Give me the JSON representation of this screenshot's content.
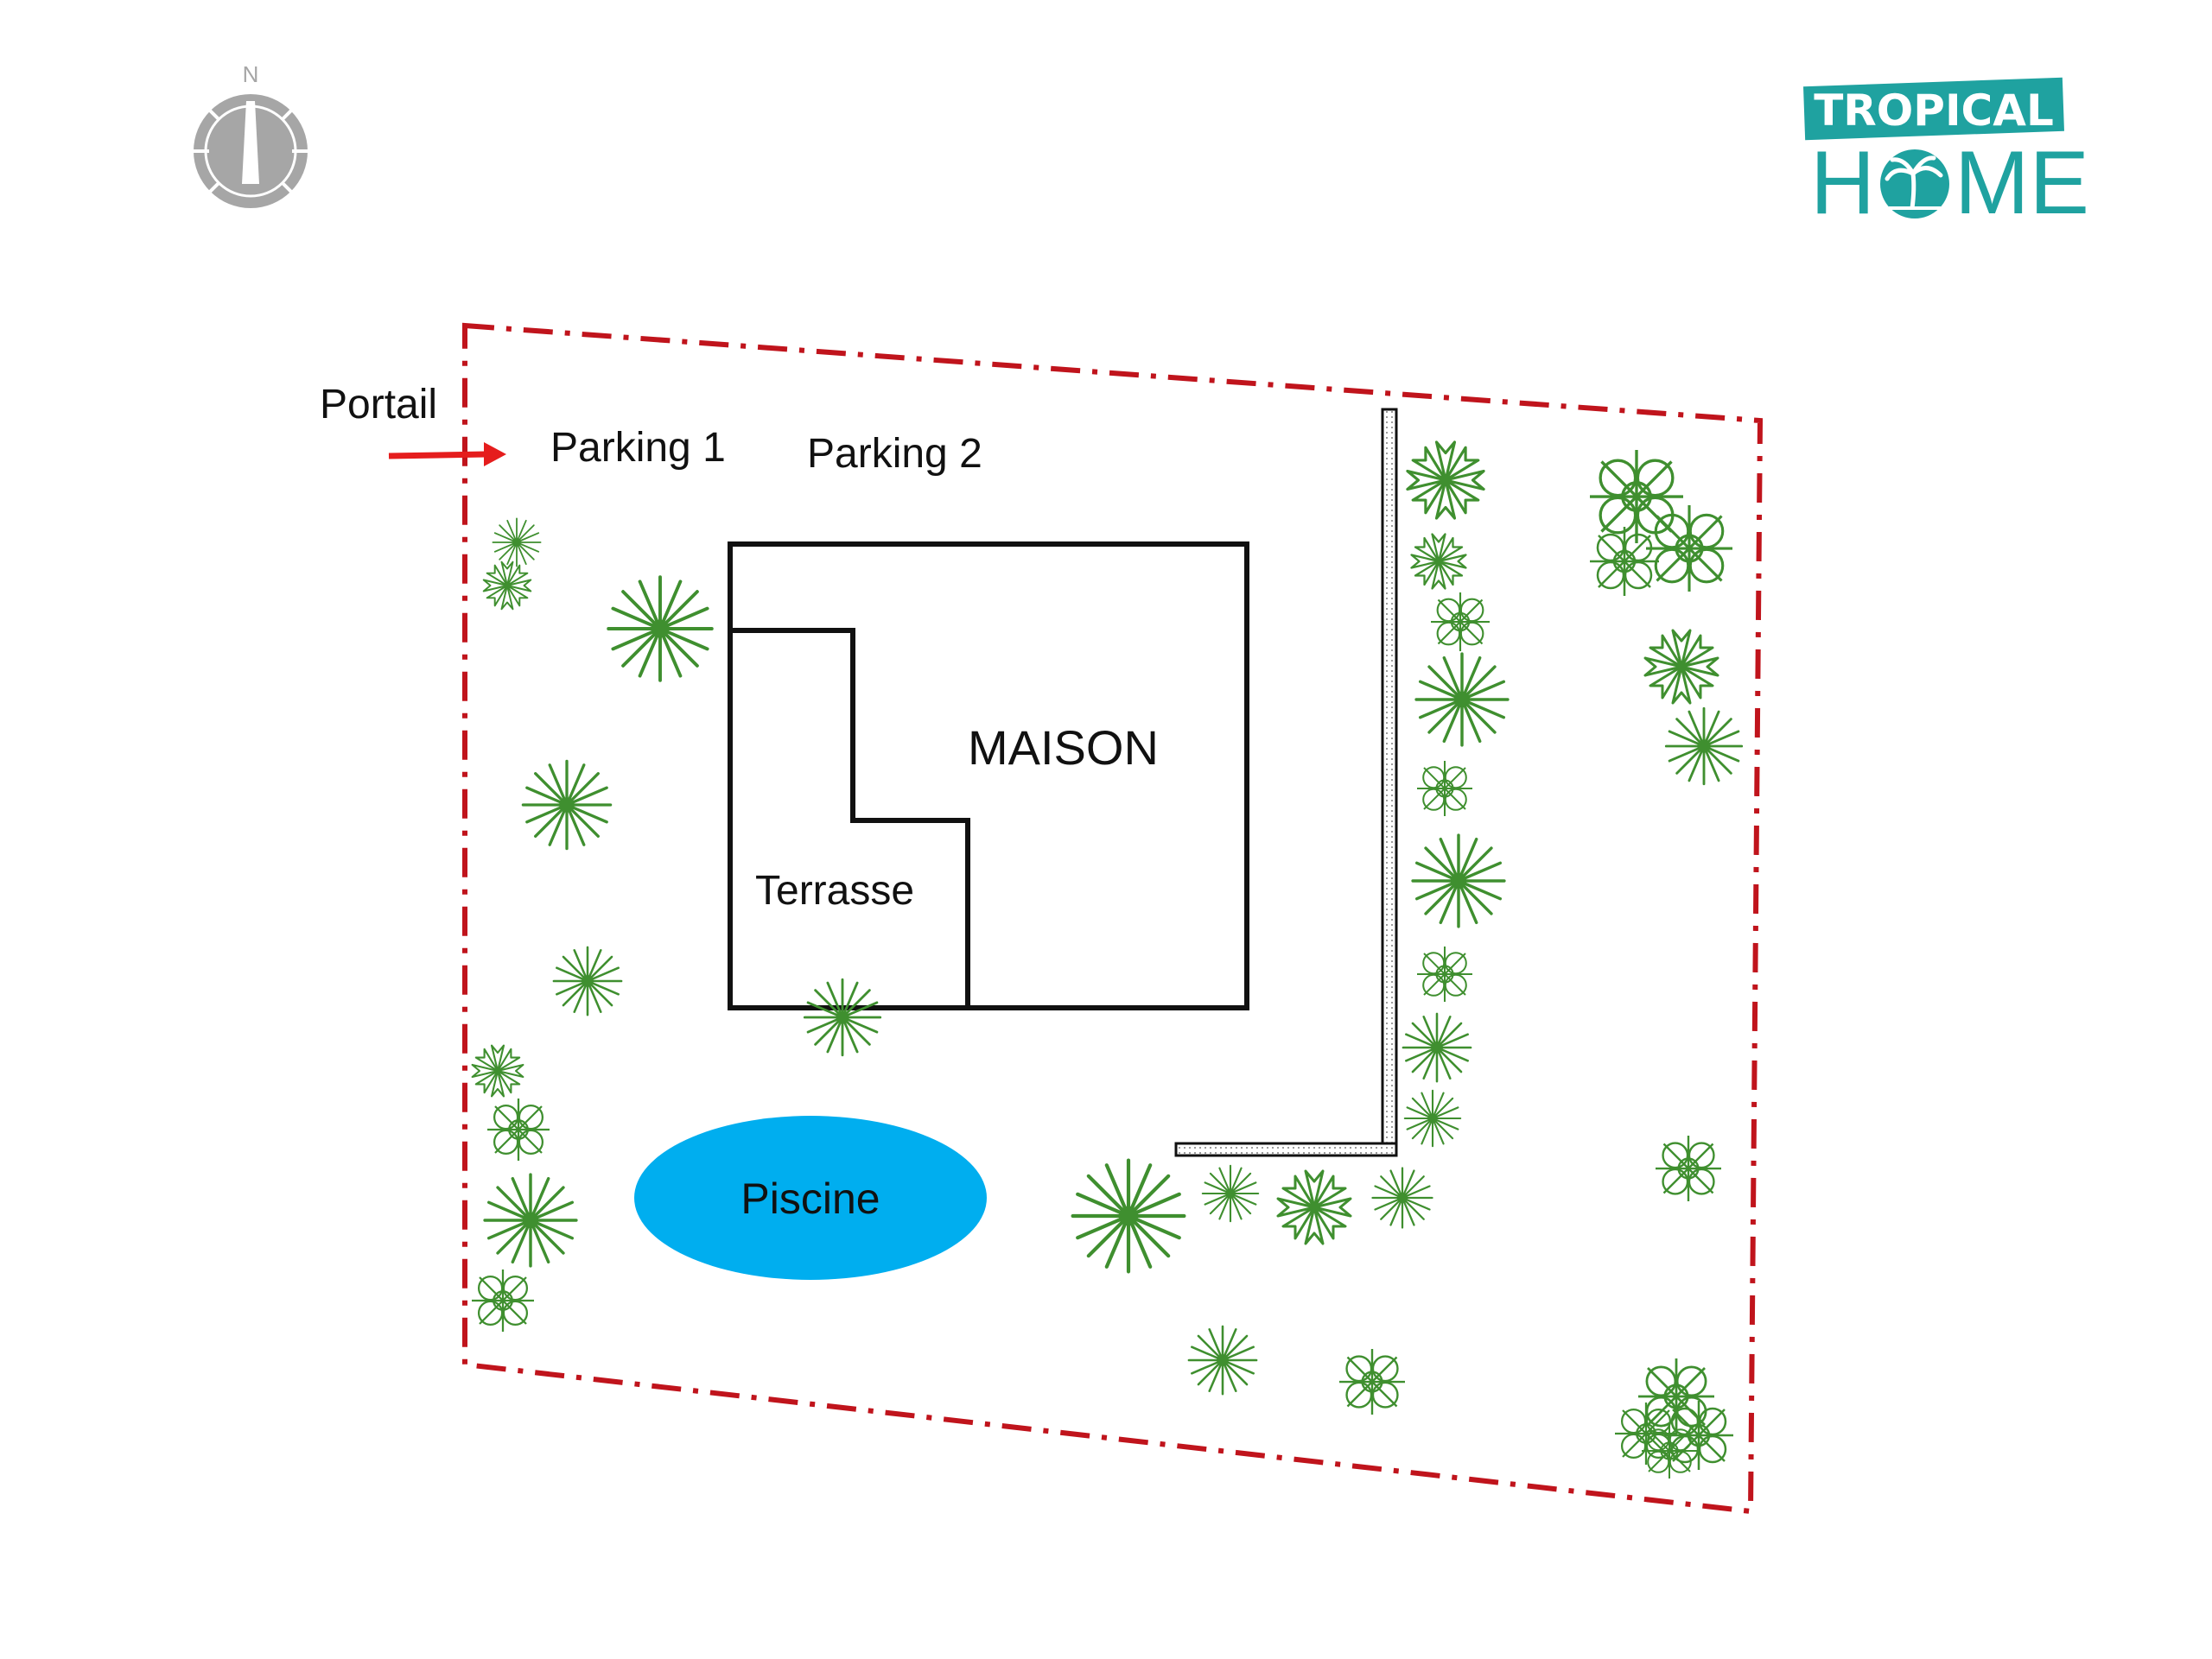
{
  "compass": {
    "north_label": "N",
    "icon": "compass-icon"
  },
  "logo": {
    "line1": "TROPICAL",
    "line2_prefix": "H",
    "line2_suffix": "ME",
    "icon": "palm-tree-icon",
    "color": "#1fa2a0"
  },
  "labels": {
    "portail": "Portail",
    "parking1": "Parking 1",
    "parking2": "Parking 2",
    "maison": "MAISON",
    "terrasse": "Terrasse",
    "piscine": "Piscine"
  },
  "colors": {
    "boundary": "#c0141c",
    "arrow": "#e51d1d",
    "pool": "#00aeef",
    "building": "#111111",
    "plant": "#3f8f2f",
    "compass": "#a6a6a6"
  },
  "plants": {
    "icon": "plant-icon",
    "count": 35
  }
}
